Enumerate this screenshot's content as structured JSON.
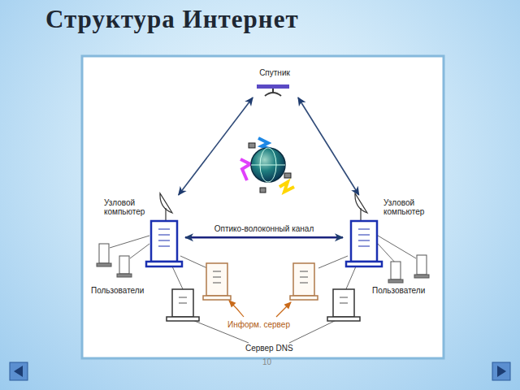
{
  "diagram": {
    "title": "Структура Интернет",
    "nodes": [
      {
        "text": [
          "Спутник"
        ]
      },
      {
        "text": [
          "Узловой компьютер"
        ]
      },
      {
        "text": [
          "Узловой компьютер"
        ]
      }
    ],
    "edges": [
      {
        "from": 0,
        "to": 1,
        "arrow": "both"
      },
      {
        "from": 0,
        "to": 2,
        "arrow": "both"
      },
      {
        "from": 1,
        "to": 2,
        "label": "Оптико-волоконный канал",
        "arrow": "both"
      }
    ],
    "labels": [
      "Пользователи",
      "Пользователи",
      "Информ. сервер",
      "Сервер DNS",
      "10"
    ]
  }
}
